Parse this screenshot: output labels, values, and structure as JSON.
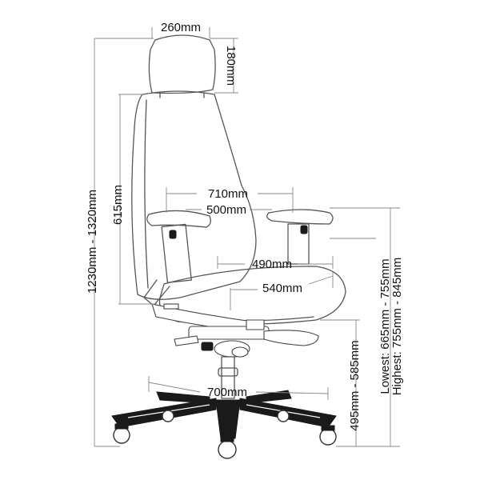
{
  "dimensions": {
    "headrest_width": "260mm",
    "headrest_height": "180mm",
    "overall_height": "1230mm - 1320mm",
    "backrest_height": "615mm",
    "arm_width_outer": "710mm",
    "arm_width_inner": "500mm",
    "seat_depth": "490mm",
    "seat_width": "540mm",
    "base_diameter": "700mm",
    "seat_height": "495mm - 585mm",
    "arm_height_lowest": "Lowest: 665mm - 755mm",
    "arm_height_highest": "Highest: 755mm - 845mm"
  },
  "colors": {
    "outline": "#555555",
    "dimension_line": "#888888",
    "base_dark": "#1a1a1a",
    "text": "#111111"
  }
}
